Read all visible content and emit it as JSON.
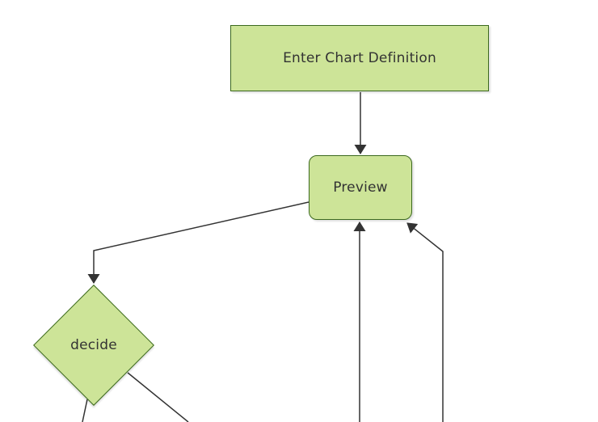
{
  "diagram": {
    "type": "flowchart",
    "direction": "top-down",
    "nodes": [
      {
        "id": "enter-chart-definition",
        "shape": "rectangle",
        "label": "Enter Chart Definition"
      },
      {
        "id": "preview",
        "shape": "rounded-rectangle",
        "label": "Preview"
      },
      {
        "id": "decide",
        "shape": "diamond",
        "label": "decide"
      }
    ],
    "edges": [
      {
        "id": "enter-to-preview",
        "from": "enter-chart-definition",
        "to": "preview",
        "arrowhead": true
      },
      {
        "id": "preview-to-decide",
        "from": "preview",
        "to": "decide",
        "arrowhead": true
      },
      {
        "id": "bottom-offscreen-to-preview",
        "from": "offscreen-bottom",
        "to": "preview",
        "arrowhead": true
      },
      {
        "id": "bottom-right-offscreen-to-preview",
        "from": "offscreen-bottom-right",
        "to": "preview",
        "arrowhead": true
      },
      {
        "id": "decide-to-offscreen-bottom-left",
        "from": "decide",
        "to": "offscreen-bottom-left",
        "arrowhead": false
      },
      {
        "id": "decide-to-offscreen-bottom-right",
        "from": "decide",
        "to": "offscreen-bottom-right",
        "arrowhead": false
      }
    ],
    "colors": {
      "node_fill": "#cde498",
      "node_border": "#3c691f",
      "edge_stroke": "#333333",
      "label_text": "#333333",
      "background": "#ffffff"
    }
  }
}
